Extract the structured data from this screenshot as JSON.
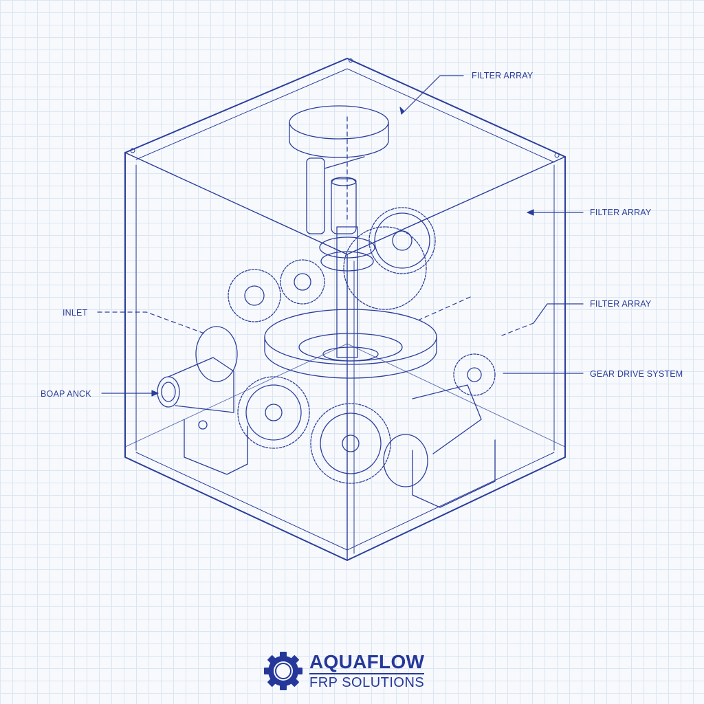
{
  "diagram": {
    "title": "Isometric blueprint of gear-driven filtration unit",
    "colors": {
      "ink": "#2b3e9c",
      "grid": "#dbe6f2",
      "background": "#f7f9fc"
    },
    "labels": [
      {
        "id": "filter-array-top",
        "text": "FILTER ARRAY"
      },
      {
        "id": "filter-array-right",
        "text": "FILTER ARRAY"
      },
      {
        "id": "filter-array-mid",
        "text": "FILTER ARRAY"
      },
      {
        "id": "gear-drive-system",
        "text": "GEAR DRIVE SYSTEM"
      },
      {
        "id": "inlet",
        "text": "INLET"
      },
      {
        "id": "boap-anck",
        "text": "BOAP ANCK"
      }
    ]
  },
  "logo": {
    "icon": "gear-icon",
    "name": "AQUAFLOW",
    "subtitle": "FRP SOLUTIONS"
  }
}
